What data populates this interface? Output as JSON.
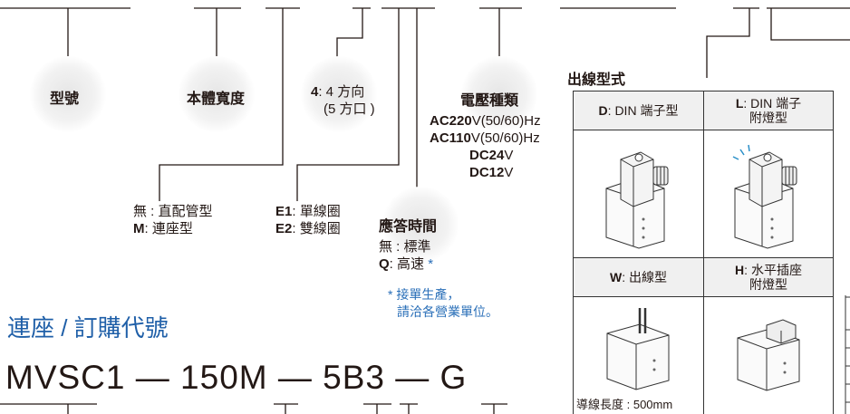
{
  "code_fields": {
    "model_no": "型號",
    "body_width": "本體寬度",
    "direction_code": "4",
    "direction_line1": ": 4 方向",
    "direction_line2": "(5 方口 )",
    "voltage_title": "電壓種類"
  },
  "voltage_options": {
    "ac220_code": "AC220",
    "ac220_rest": "V(50/60)Hz",
    "ac110_code": "AC110",
    "ac110_rest": "V(50/60)Hz",
    "dc24_code": "DC24",
    "dc24_rest": "V",
    "dc12_code": "DC12",
    "dc12_rest": "V"
  },
  "piping_options": {
    "none": "無 : 直配管型",
    "m_code": "M",
    "m_rest": ": 連座型"
  },
  "coil_options": {
    "e1_code": "E1",
    "e1_rest": ": 單線圈",
    "e2_code": "E2",
    "e2_rest": ": 雙線圈"
  },
  "response_time": {
    "title": "應答時間",
    "standard": "無 : 標準",
    "q_code": "Q",
    "q_rest": ": 高速",
    "q_star": "*",
    "note_line1": "* 接單生產，",
    "note_line2": "請洽各營業單位。"
  },
  "manifold": {
    "title": "連座 / 訂購代號",
    "model_code": "MVSC1 — 150M — 5B3 — G"
  },
  "outlet_style": {
    "title": "出線型式",
    "options": [
      {
        "code": "D",
        "line1": ": DIN 端子型",
        "line2": ""
      },
      {
        "code": "L",
        "line1": ": DIN 端子",
        "line2": "附燈型"
      },
      {
        "code": "W",
        "line1": ": 出線型",
        "line2": ""
      },
      {
        "code": "H",
        "line1": ": 水平插座",
        "line2": "附燈型"
      }
    ],
    "lead_wire_note": "導線長度 : 500mm"
  },
  "colors": {
    "accent_blue": "#1f5fa8",
    "text": "#231815",
    "header_bg": "#f0f0f0"
  },
  "icons": [
    "din-terminal-valve-icon",
    "din-terminal-lamp-valve-icon",
    "lead-wire-valve-icon",
    "horizontal-socket-lamp-valve-icon"
  ]
}
